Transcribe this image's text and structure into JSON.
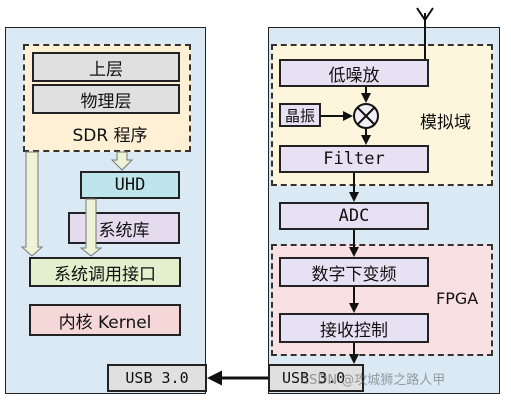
{
  "left": {
    "upper_layer": "上层",
    "physical_layer": "物理层",
    "sdr_program": "SDR 程序",
    "uhd": "UHD",
    "system_library": "系统库",
    "syscall_interface": "系统调用接口",
    "kernel": "内核 Kernel",
    "usb": "USB 3.0"
  },
  "right": {
    "lna": "低噪放",
    "crystal": "晶振",
    "analog_domain": "模拟域",
    "filter": "Filter",
    "adc": "ADC",
    "digital_downconvert": "数字下变频",
    "fpga": "FPGA",
    "rx_control": "接收控制",
    "usb": "USB 3.0"
  },
  "watermark": "CSDN @攻城狮之路人甲",
  "colors": {
    "panel": "#dbe9f5",
    "sdr_region": "#fdf0d4",
    "analog_region": "#fdf6dc",
    "fpga_region": "#f9e0e3",
    "grey_box": "#e0e0e0",
    "uhd_box": "#bfe5ec",
    "syslib_box": "#e4dcee",
    "syscall_box": "#e3f0cd",
    "kernel_box": "#f6d7d7",
    "lavender_box": "#e6e2f3"
  }
}
